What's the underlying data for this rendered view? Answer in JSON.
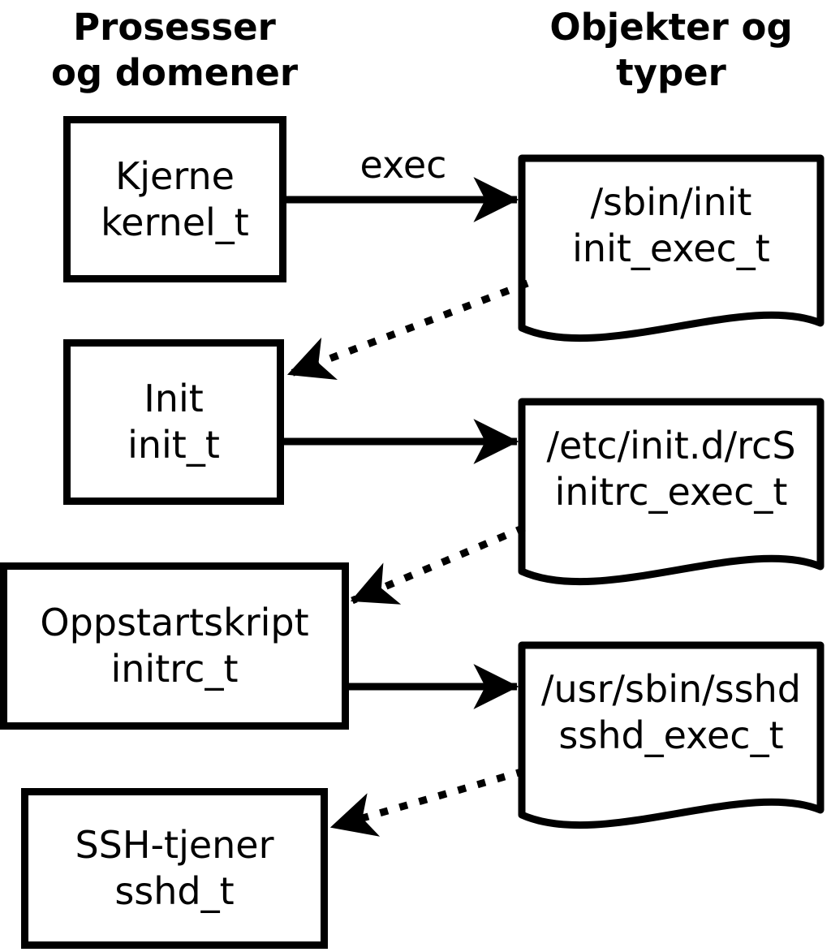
{
  "diagram": {
    "left_column_title": "Prosesser\nog domener",
    "right_column_title": "Objekter og\ntyper",
    "processes": [
      {
        "name": "Kjerne",
        "type": "kernel_t"
      },
      {
        "name": "Init",
        "type": "init_t"
      },
      {
        "name": "Oppstartskript",
        "type": "initrc_t"
      },
      {
        "name": "SSH-tjener",
        "type": "sshd_t"
      }
    ],
    "objects": [
      {
        "path": "/sbin/init",
        "type": "init_exec_t"
      },
      {
        "path": "/etc/init.d/rcS",
        "type": "initrc_exec_t"
      },
      {
        "path": "/usr/sbin/sshd",
        "type": "sshd_exec_t"
      }
    ],
    "edge_labels": {
      "exec": "exec"
    },
    "colors": {
      "stroke": "#000000",
      "fill": "#ffffff"
    }
  }
}
